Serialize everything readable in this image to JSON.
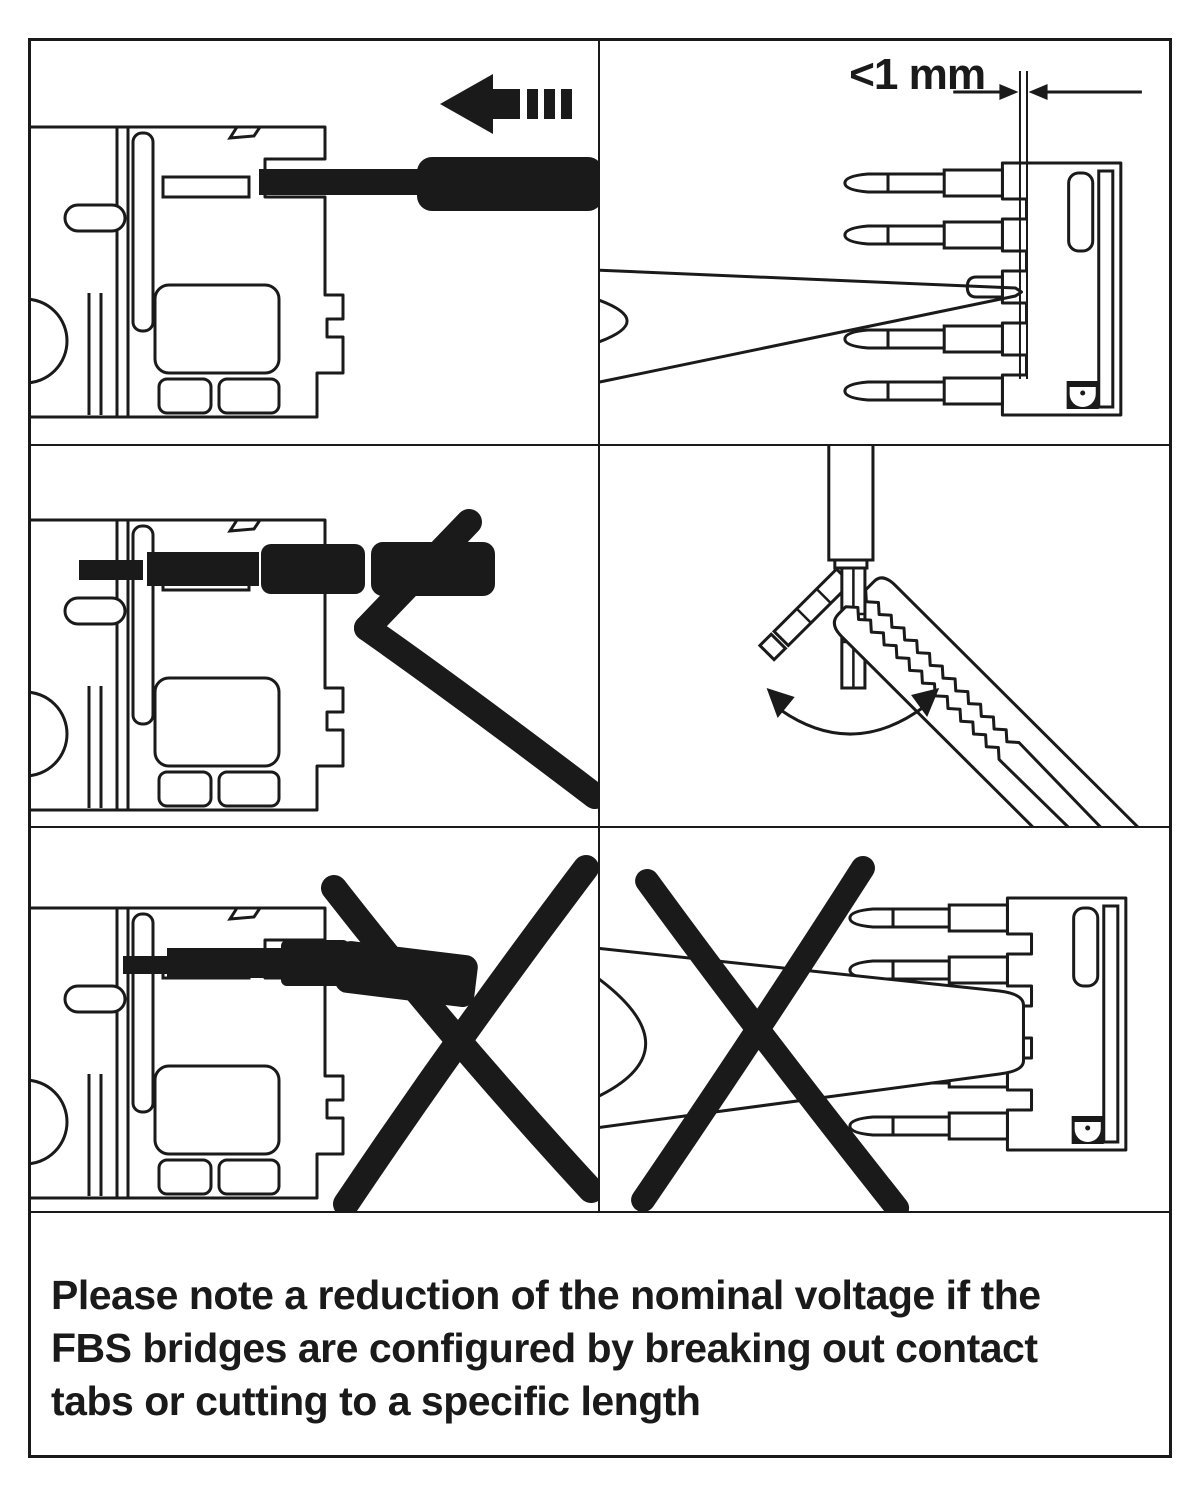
{
  "colors": {
    "ink": "#1a1a1a",
    "paper": "#ffffff"
  },
  "figure": {
    "dimension_label": "<1 mm",
    "caption_lines": [
      "Please note a reduction of the nominal voltage if the",
      "FBS bridges are configured by breaking out contact",
      "tabs or cutting to a specific length"
    ]
  },
  "icons": {
    "insert_direction": "left-arrow-icon",
    "approved": "check-mark-icon",
    "prohibited": "cross-mark-icon",
    "dimension": "dimension-arrows-icon"
  }
}
